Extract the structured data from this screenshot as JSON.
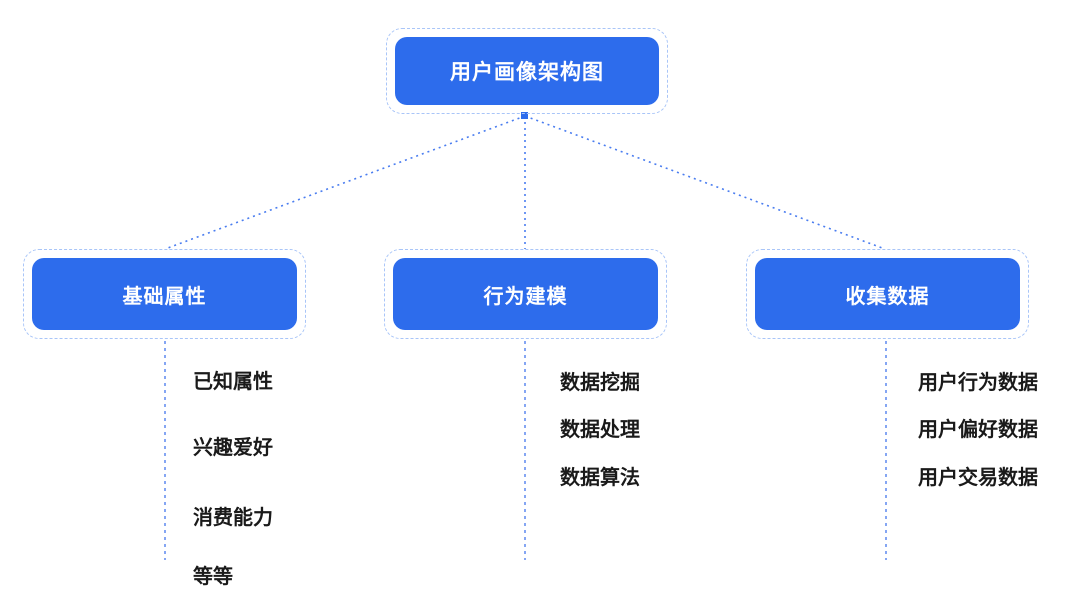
{
  "diagram": {
    "title": "用户画像架构图",
    "root": {
      "label": "用户画像架构图"
    },
    "branches": [
      {
        "label": "基础属性",
        "children": [
          "已知属性",
          "兴趣爱好",
          "消费能力",
          "等等"
        ]
      },
      {
        "label": "行为建模",
        "children": [
          "数据挖掘",
          "数据处理",
          "数据算法"
        ]
      },
      {
        "label": "收集数据",
        "children": [
          "用户行为数据",
          "用户偏好数据",
          "用户交易数据"
        ]
      }
    ],
    "colors": {
      "node_fill": "#2d6cec",
      "node_text": "#ffffff",
      "leaf_text": "#1a1a1a",
      "diagonal_connector": "#4a7df0",
      "vertical_connector": "#85a6f3",
      "selection_border": "#a9c5f8",
      "background": "#ffffff"
    }
  }
}
